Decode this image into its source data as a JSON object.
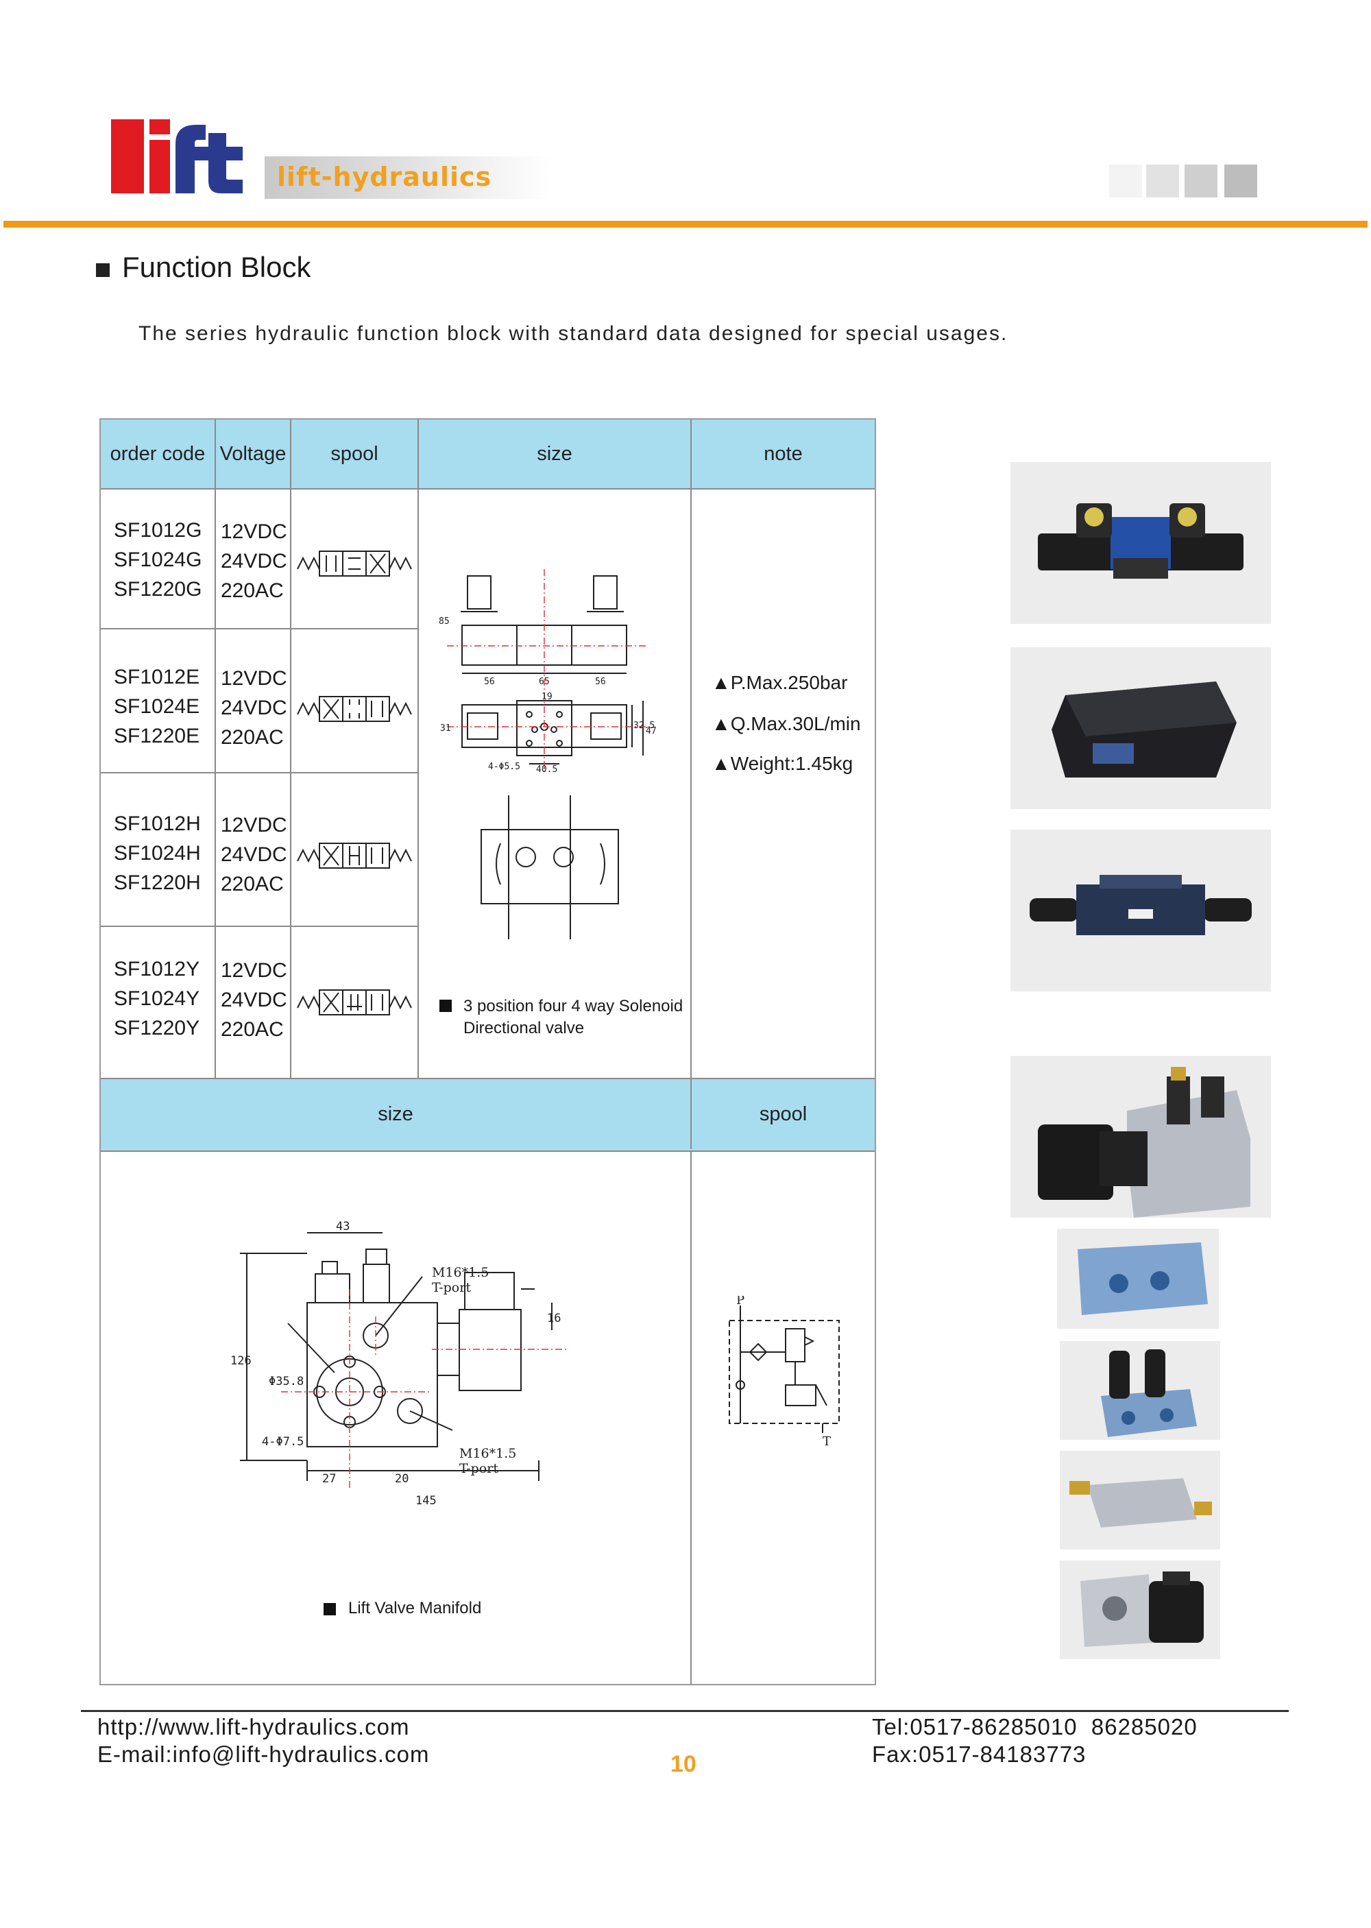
{
  "header": {
    "logo_text": "lift",
    "brand_name": "lift-hydraulics",
    "colors": {
      "logo_red": "#e01b22",
      "logo_blue": "#2a3b8f",
      "accent_orange": "#f09a1a"
    }
  },
  "section": {
    "title": "Function Block",
    "intro": "The series hydraulic function block with standard data designed for special usages."
  },
  "table": {
    "headers": {
      "order_code": "order code",
      "voltage": "Voltage",
      "spool": "spool",
      "size": "size",
      "note": "note"
    },
    "rows": [
      {
        "codes": [
          "SF1012G",
          "SF1024G",
          "SF1220G"
        ],
        "voltages": [
          "12VDC",
          "24VDC",
          "220AC"
        ],
        "spool_icon": "spool-g-symbol"
      },
      {
        "codes": [
          "SF1012E",
          "SF1024E",
          "SF1220E"
        ],
        "voltages": [
          "12VDC",
          "24VDC",
          "220AC"
        ],
        "spool_icon": "spool-e-symbol"
      },
      {
        "codes": [
          "SF1012H",
          "SF1024H",
          "SF1220H"
        ],
        "voltages": [
          "12VDC",
          "24VDC",
          "220AC"
        ],
        "spool_icon": "spool-h-symbol"
      },
      {
        "codes": [
          "SF1012Y",
          "SF1024Y",
          "SF1220Y"
        ],
        "voltages": [
          "12VDC",
          "24VDC",
          "220AC"
        ],
        "spool_icon": "spool-y-symbol"
      }
    ],
    "notes": [
      "▲P.Max.250bar",
      "▲Q.Max.30L/min",
      "▲Weight:1.45kg"
    ],
    "size_caption": [
      "3 position four 4 way Solenoid",
      "Directional valve"
    ],
    "size_dims": [
      "85",
      "56",
      "65",
      "56",
      "19",
      "31",
      "32.5",
      "47",
      "4-Φ5.5",
      "40.5"
    ]
  },
  "manifold": {
    "headers": {
      "size": "size",
      "spool": "spool"
    },
    "dims": {
      "top": "43",
      "height": "126",
      "bore": "Φ35.8",
      "holes": "4-Φ7.5",
      "left": "27",
      "mid": "20",
      "width": "145",
      "right": "16"
    },
    "port_top": [
      "M16*1.5",
      "T-port"
    ],
    "port_bottom": [
      "M16*1.5",
      "T-port"
    ],
    "caption": "Lift Valve Manifold",
    "schematic_labels": {
      "p": "P",
      "t": "T"
    }
  },
  "photos": [
    "solenoid-valve-photo",
    "modular-valve-photo",
    "check-valve-photo",
    "manifold-solenoid-photo",
    "aluminium-block-photo",
    "twin-coil-block-photo",
    "cartridge-block-photo",
    "coil-block-photo"
  ],
  "footer": {
    "url": "http://www.lift-hydraulics.com",
    "email": "E-mail:info@lift-hydraulics.com",
    "tel": "Tel:0517-86285010  86285020",
    "fax": "Fax:0517-84183773",
    "page": "10"
  }
}
